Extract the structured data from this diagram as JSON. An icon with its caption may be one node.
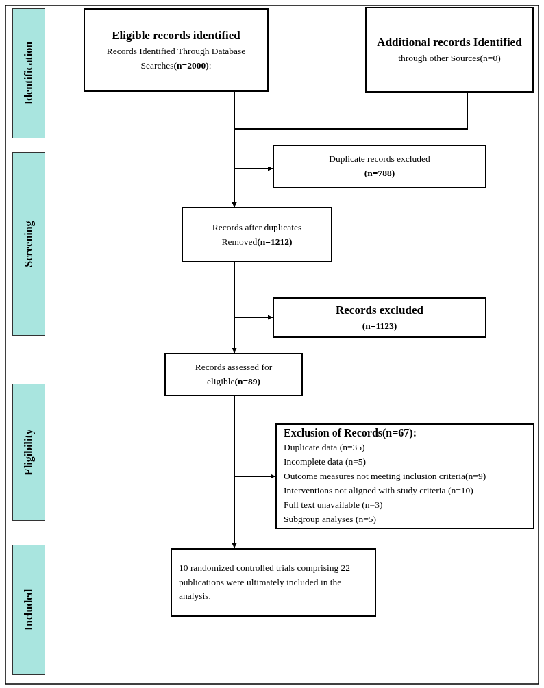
{
  "diagram": {
    "nodes": [
      {
        "text": [
          "Identification"
        ]
      },
      {
        "text": [
          "Screening"
        ]
      },
      {
        "text": [
          "Eligibility"
        ]
      },
      {
        "text": [
          "Included"
        ]
      },
      {
        "text": [
          "Eligible records identified",
          "Records Identified Through Database Searches**(n=2000)**:"
        ]
      },
      {
        "text": [
          "Additional records Identified",
          "through other Sources(n=0)"
        ]
      },
      {
        "text": [
          "Duplicate records excluded",
          "(n=788)"
        ]
      },
      {
        "text": [
          "Records after duplicates Removed**(n=1212)**"
        ]
      },
      {
        "text": [
          "Records excluded",
          "(n=1123)"
        ]
      },
      {
        "text": [
          "Records assessed for eligible**(n=89)**"
        ]
      },
      {
        "text": [
          "Exclusion of Records(n=67):",
          "Duplicate data (n=35)",
          "Incomplete data (n=5)",
          "Outcome measures not meeting inclusion criteria(n=9)",
          "Interventions not aligned with study criteria (n=10)",
          "Full text unavailable (n=3)",
          "Subgroup analyses (n=5)"
        ]
      },
      {
        "text": [
          "10 randomized controlled trials comprising 22 publications were ultimately included in the analysis."
        ]
      }
    ],
    "edges": [
      {
        "from": 4,
        "to": 7,
        "arrow": "to"
      },
      {
        "from": 5,
        "to": 7,
        "arrow": "to"
      },
      {
        "from": 4,
        "to": 6,
        "arrow": "to"
      },
      {
        "from": 5,
        "to": 6,
        "arrow": "to"
      },
      {
        "from": 7,
        "to": 9,
        "arrow": "to"
      },
      {
        "from": 7,
        "to": 8,
        "arrow": "to"
      },
      {
        "from": 9,
        "to": 11,
        "arrow": "to"
      },
      {
        "from": 9,
        "to": 10,
        "arrow": "to"
      }
    ]
  }
}
